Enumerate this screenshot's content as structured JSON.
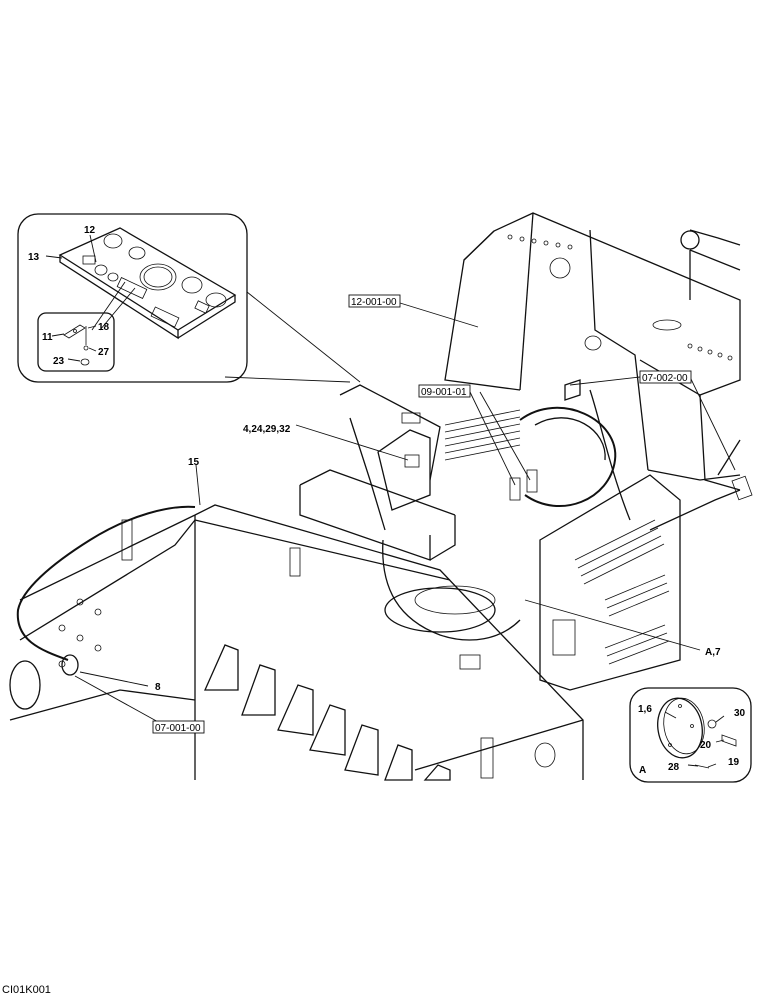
{
  "figure_code": "CI01K001",
  "inset_top": {
    "labels": {
      "p12": "12",
      "p13": "13",
      "p11": "11",
      "p18": "18",
      "p27": "27",
      "p23": "23"
    }
  },
  "inset_a": {
    "view_letter": "A",
    "labels": {
      "p16": "1,6",
      "p30": "30",
      "p20": "20",
      "p28": "28",
      "p19": "19"
    }
  },
  "main": {
    "labels": {
      "p4": "4,24,29,32",
      "p15": "15",
      "p8": "8",
      "pA7": "A,7"
    },
    "references": {
      "r12": "12-001-00",
      "r09": "09-001-01",
      "r0702": "07-002-00",
      "r0701": "07-001-00"
    }
  }
}
